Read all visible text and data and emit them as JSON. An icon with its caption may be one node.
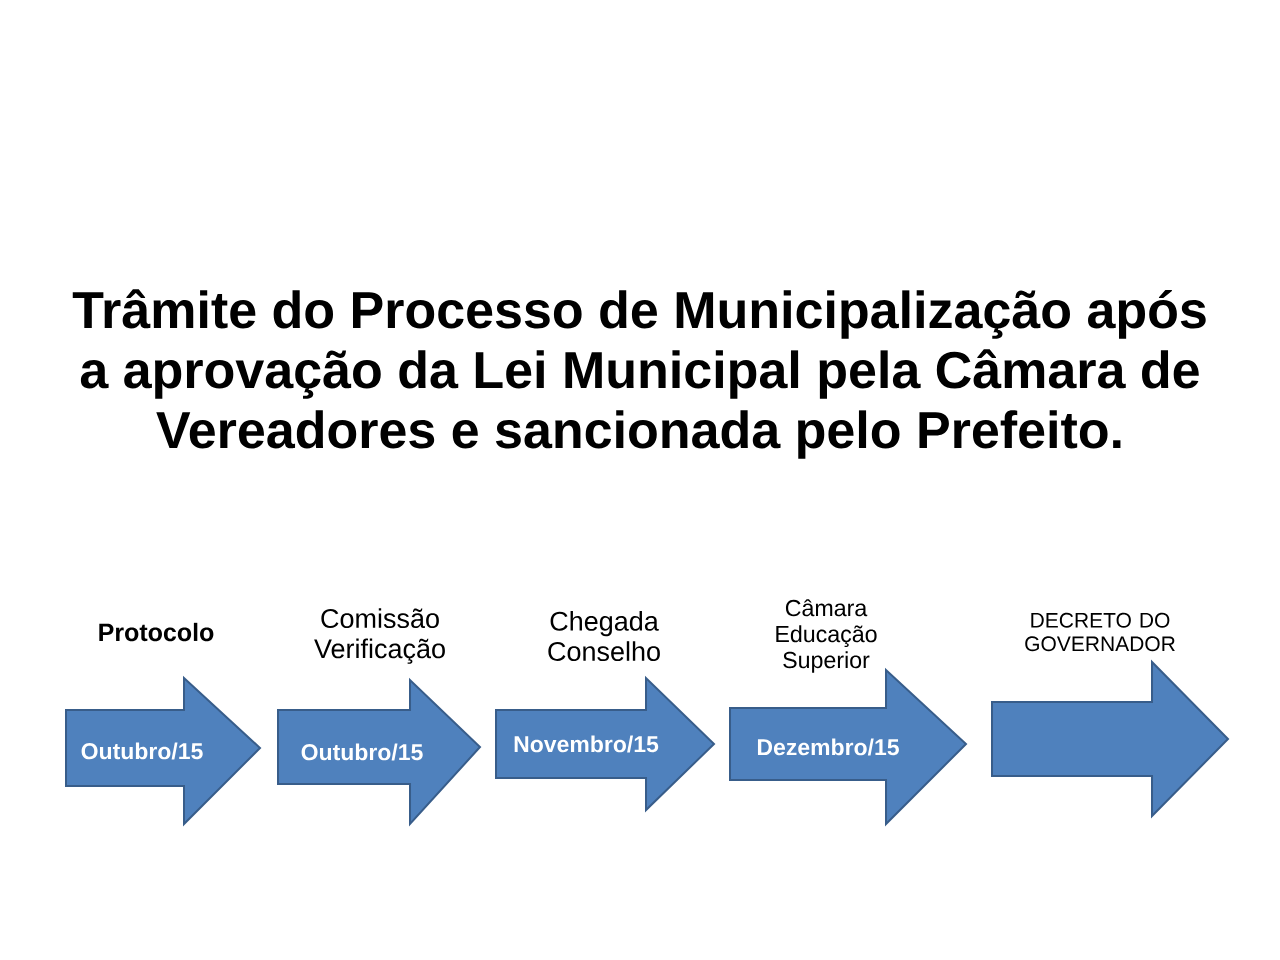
{
  "diagram": {
    "title": "Trâmite do Processo de Municipalização após a aprovação da Lei Municipal pela Câmara de Vereadores e sancionada pelo Prefeito.",
    "nodes": [
      {
        "text": [
          "Protocolo",
          "Outubro/15"
        ]
      },
      {
        "text": [
          "Comissão Verificação",
          "Outubro/15"
        ]
      },
      {
        "text": [
          "Chegada Conselho",
          "Novembro/15"
        ]
      },
      {
        "text": [
          "Câmara Educação Superior",
          "Dezembro/15"
        ]
      },
      {
        "text": [
          "DECRETO DO GOVERNADOR"
        ]
      }
    ]
  }
}
